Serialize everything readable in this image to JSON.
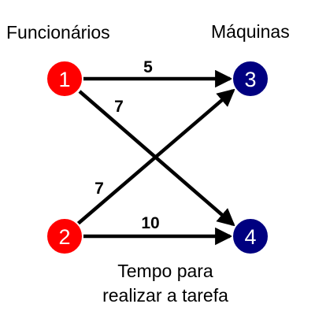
{
  "headers": {
    "workers": "Funcionários",
    "machines": "Máquinas"
  },
  "caption": {
    "line1": "Tempo para",
    "line2": "realizar a tarefa"
  },
  "nodes": {
    "worker_1": {
      "label": "1",
      "color": "#ff0000"
    },
    "worker_2": {
      "label": "2",
      "color": "#ff0000"
    },
    "machine_3": {
      "label": "3",
      "color": "#000080"
    },
    "machine_4": {
      "label": "4",
      "color": "#000080"
    }
  },
  "edges": {
    "w1_m3": {
      "from": "1",
      "to": "3",
      "weight": "5"
    },
    "w1_m4": {
      "from": "1",
      "to": "4",
      "weight": "7"
    },
    "w2_m3": {
      "from": "2",
      "to": "3",
      "weight": "7"
    },
    "w2_m4": {
      "from": "2",
      "to": "4",
      "weight": "10"
    }
  },
  "colors": {
    "edge": "#000000",
    "worker_node": "#ff0000",
    "machine_node": "#000080",
    "node_border": "#ffffff"
  }
}
